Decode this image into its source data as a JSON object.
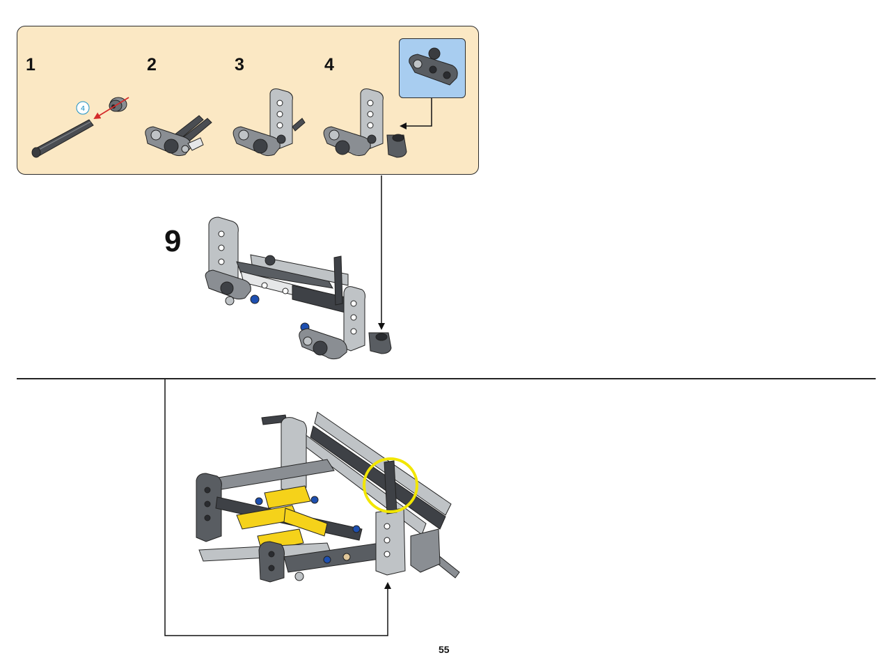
{
  "subassembly": {
    "substeps": [
      {
        "number": "1",
        "quantity_marker": "4"
      },
      {
        "number": "2"
      },
      {
        "number": "3"
      },
      {
        "number": "4"
      }
    ]
  },
  "step": {
    "number": "9"
  },
  "page": {
    "number": "55"
  },
  "colors": {
    "panel_bg": "#fbe8c4",
    "callout_bg": "#a8cdf0",
    "highlight_ring": "#f2e600",
    "arrow_red": "#d42a2a",
    "light_gray_part": "#bfc3c6",
    "dark_gray_part": "#595d62",
    "yellow_part": "#f5d21a",
    "blue_pin": "#1d4fb0"
  },
  "icons": [
    "axle-icon",
    "bush-icon",
    "beam-icon",
    "connector-icon",
    "pin-icon",
    "highlight-circle-icon",
    "arrow-icon"
  ]
}
